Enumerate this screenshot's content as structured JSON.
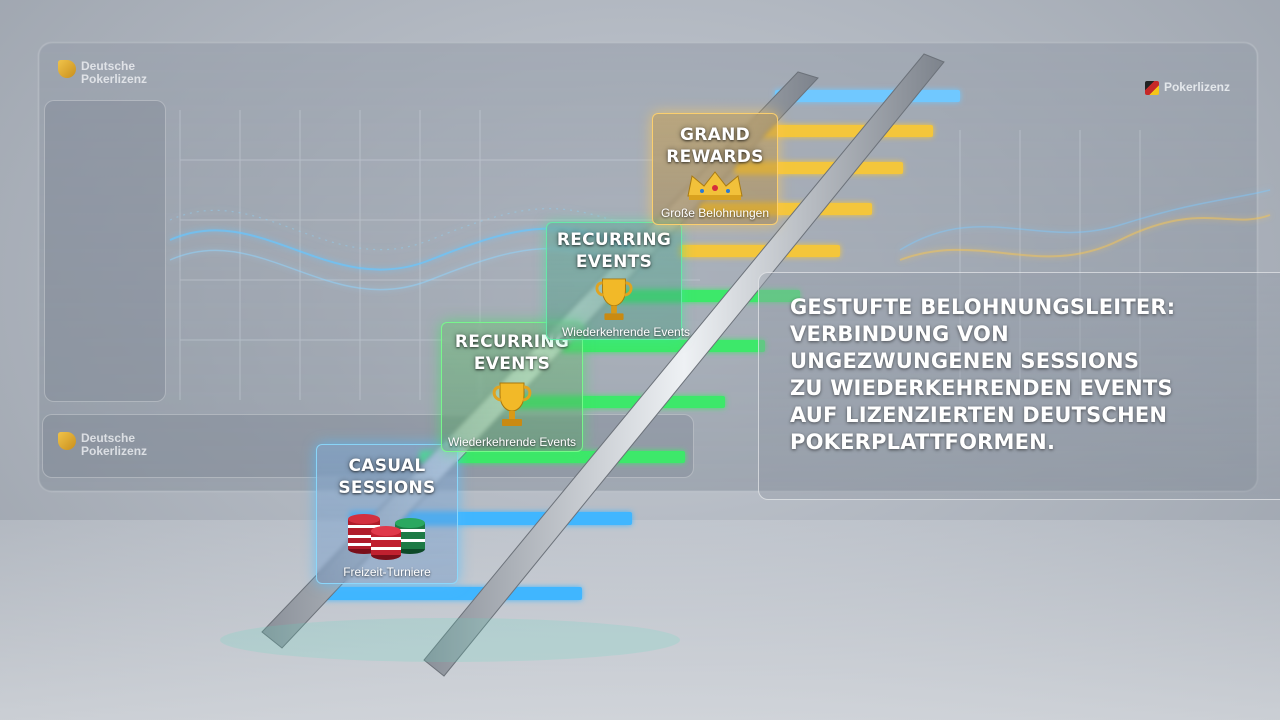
{
  "background": {
    "brand_top_line1": "Deutsche",
    "brand_top_line2": "Pokerlizenz",
    "brand_bottom_line1": "Deutsche",
    "brand_bottom_line2": "Pokerlizenz",
    "brand_right": "Pokerlizenz",
    "colors": {
      "blue": "#3fb6ff",
      "green": "#3ee86b",
      "gold": "#f4c63a"
    }
  },
  "steps": [
    {
      "title_line1": "CASUAL",
      "title_line2": "SESSIONS",
      "subtitle": "Freizeit-Turniere",
      "icon": "poker-chips-icon",
      "color": "#3fb6ff"
    },
    {
      "title_line1": "RECURRING",
      "title_line2": "EVENTS",
      "subtitle": "Wiederkehrende Events",
      "icon": "trophy-icon",
      "color": "#3ee86b"
    },
    {
      "title_line1": "RECURRING",
      "title_line2": "EVENTS",
      "subtitle": "Wiederkehrende Events",
      "icon": "trophy-icon",
      "color": "#3ee86b"
    },
    {
      "title_line1": "GRAND",
      "title_line2": "REWARDS",
      "subtitle": "Große Belohnungen",
      "icon": "crown-icon",
      "color": "#f4c63a"
    }
  ],
  "headline": {
    "line1": "GESTUFTE BELOHNUNGSLEITER:",
    "line2": "VERBINDUNG VON",
    "line3": "UNGEZWUNGENEN SESSIONS",
    "line4": "ZU WIEDERKEHRENDEN EVENTS",
    "line5": "AUF LIZENZIERTEN DEUTSCHEN",
    "line6": "POKERPLATTFORMEN."
  }
}
